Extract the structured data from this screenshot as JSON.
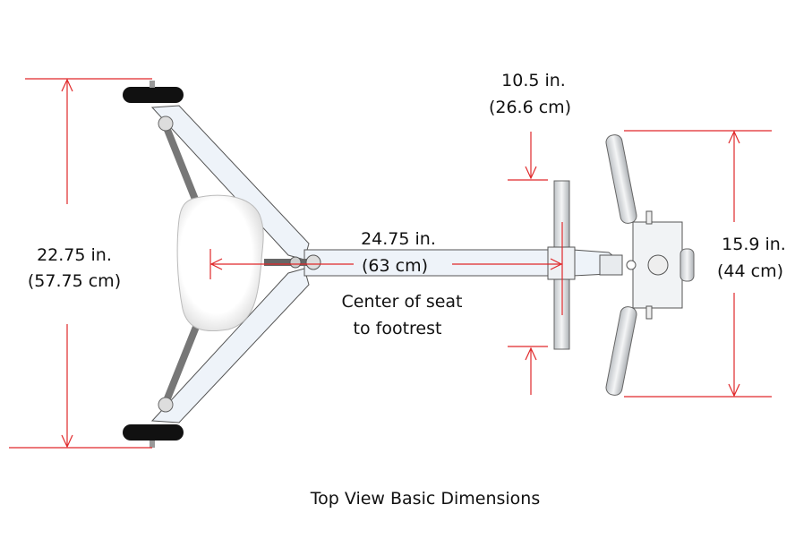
{
  "diagram": {
    "caption": "Top View Basic Dimensions",
    "dimension_color": "#e0282a",
    "width_dimension": {
      "imperial": "22.75 in.",
      "metric": "(57.75 cm)"
    },
    "seat_to_footrest": {
      "imperial": "24.75 in.",
      "metric": "(63 cm)",
      "note_line1": "Center of seat",
      "note_line2": "to footrest"
    },
    "footrest_offset": {
      "imperial": "10.5 in.",
      "metric": "(26.6 cm)"
    },
    "handlebar_width": {
      "imperial": "15.9 in.",
      "metric": "(44 cm)"
    }
  }
}
